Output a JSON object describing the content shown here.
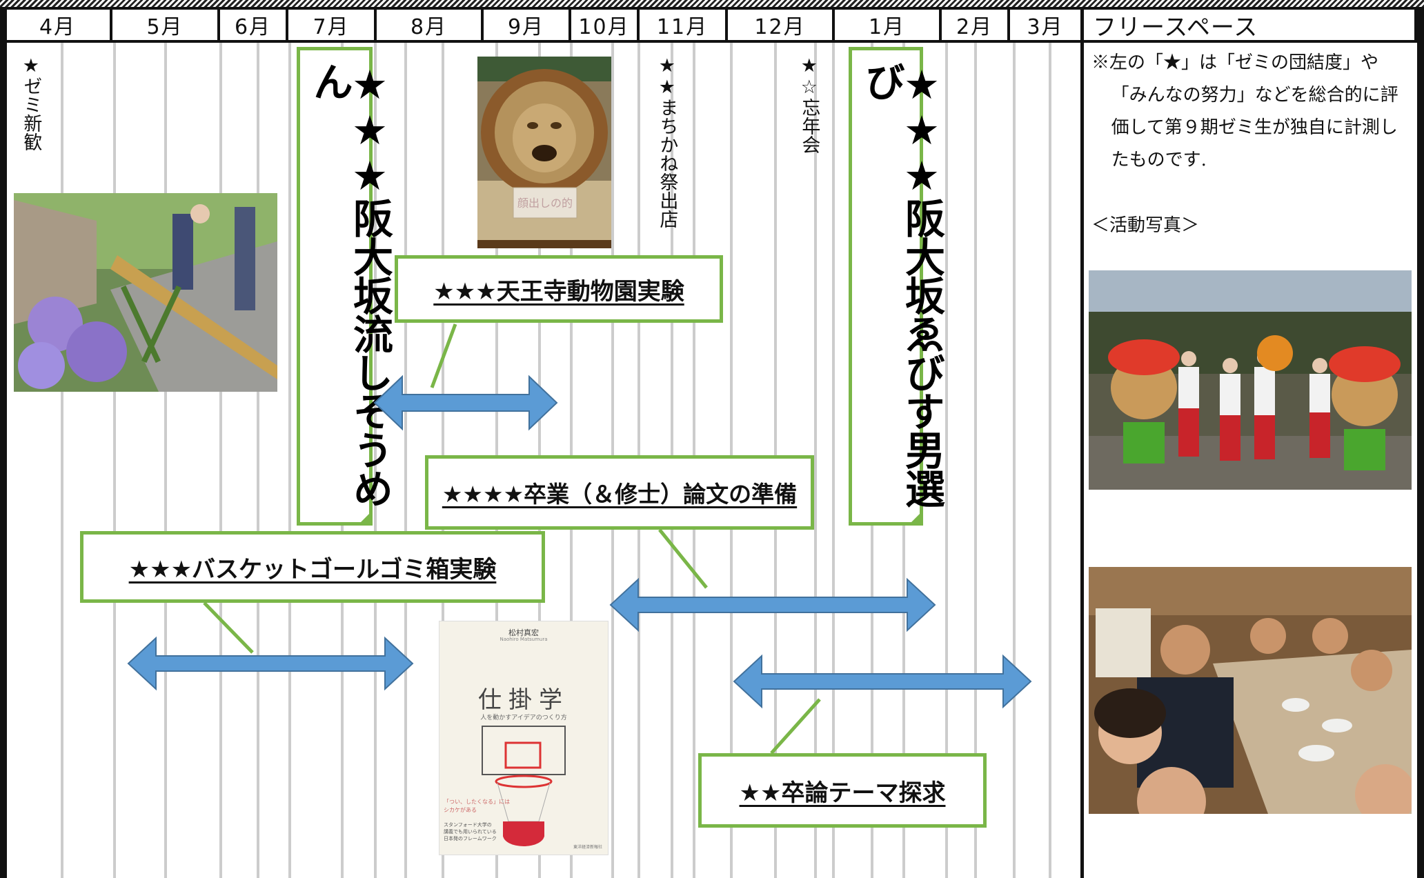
{
  "months": [
    "4月",
    "5月",
    "6月",
    "7月",
    "8月",
    "9月",
    "10月",
    "11月",
    "12月",
    "1月",
    "2月",
    "3月"
  ],
  "free_space_title": "フリースペース",
  "events": {
    "shinkan": "★ゼミ新歓",
    "machikane": "★★まちかね祭出店",
    "bonenkai": "★☆忘年会",
    "somen": "★★★阪大坂流しそうめん",
    "ebisu": "★★★阪大坂ゑびす男選び",
    "tennoji": "★★★天王寺動物園実験",
    "thesis_prep": "★★★★卒業（＆修士）論文の準備",
    "basket": "★★★バスケットゴールゴミ箱実験",
    "theme": "★★卒論テーマ探求"
  },
  "book": {
    "author": "松村真宏",
    "author_roman": "Naohiro Matsumura",
    "title": "仕掛学",
    "subtitle": "人を動かすアイデアのつくり方",
    "catch1": "「つい、したくなる」には",
    "catch2": "シカケがある",
    "blurb1": "スタンフォード大学の",
    "blurb2": "講義でも用いられている",
    "blurb3": "日本発のフレームワーク",
    "publisher": "東洋経済新報社"
  },
  "plaque_text": "顔出しの的",
  "free_space": {
    "note": "※左の「★」は「ゼミの団結度」や「みんなの努力」などを総合的に評価して第９期ゼミ生が独自に計測したものです.",
    "photo_label": "＜活動写真＞"
  },
  "colors": {
    "box_border": "#7ab648",
    "arrow_fill": "#5b9bd5",
    "grid": "#cccccc"
  }
}
